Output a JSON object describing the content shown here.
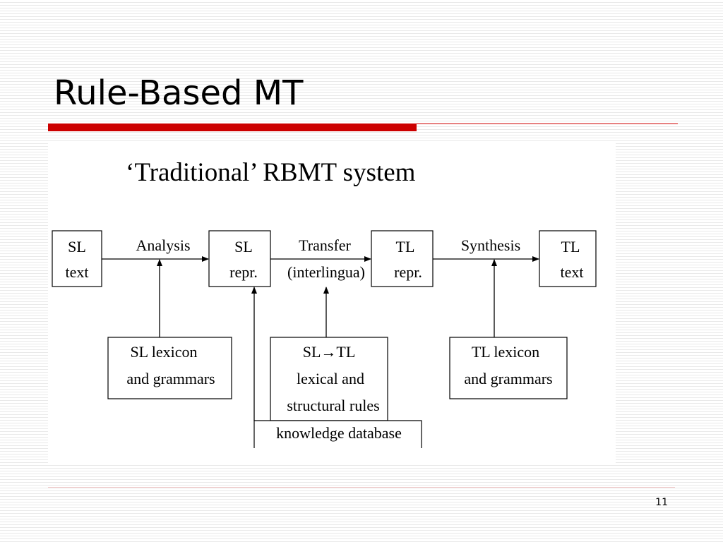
{
  "slide": {
    "title": "Rule-Based MT",
    "page_number": "11",
    "accent_color": "#cc0000"
  },
  "diagram": {
    "heading": "‘Traditional’ RBMT system",
    "stages": {
      "sl_text": [
        "SL",
        "text"
      ],
      "sl_repr": [
        "SL",
        "repr."
      ],
      "tl_repr": [
        "TL",
        "repr."
      ],
      "tl_text": [
        "TL",
        "text"
      ]
    },
    "process_labels": {
      "analysis": "Analysis",
      "transfer": [
        "Transfer",
        "(interlingua)"
      ],
      "synthesis": "Synthesis"
    },
    "resources": {
      "sl_lexicon": [
        "SL lexicon",
        "and grammars"
      ],
      "transfer_rules": [
        "SL→TL",
        "lexical and",
        "structural rules"
      ],
      "tl_lexicon": [
        "TL lexicon",
        "and grammars"
      ],
      "knowledge_database": "knowledge database"
    }
  }
}
